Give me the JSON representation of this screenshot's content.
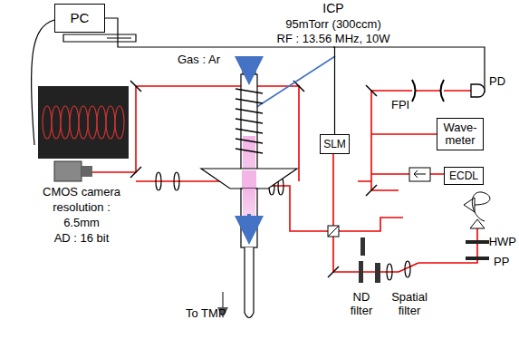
{
  "diagram": {
    "nodes": [
      {
        "text": [
          "PC"
        ]
      },
      {
        "text": [
          "SLM"
        ]
      },
      {
        "text": [
          "Wave-meter"
        ]
      },
      {
        "text": [
          "ECDL"
        ]
      }
    ],
    "edges": [
      {
        "from": 0,
        "to": 1,
        "arrow": "none"
      }
    ],
    "labels": [
      "ICP",
      "95mTorr (300ccm)",
      "RF : 13.56 MHz, 10W",
      "Gas : Ar",
      "FPI",
      "PD",
      "HWP",
      "PP",
      "CMOS camera",
      "resolution :",
      "6.5mm",
      "AD : 16 bit",
      "To TMP",
      "ND filter",
      "Spatial filter"
    ]
  }
}
